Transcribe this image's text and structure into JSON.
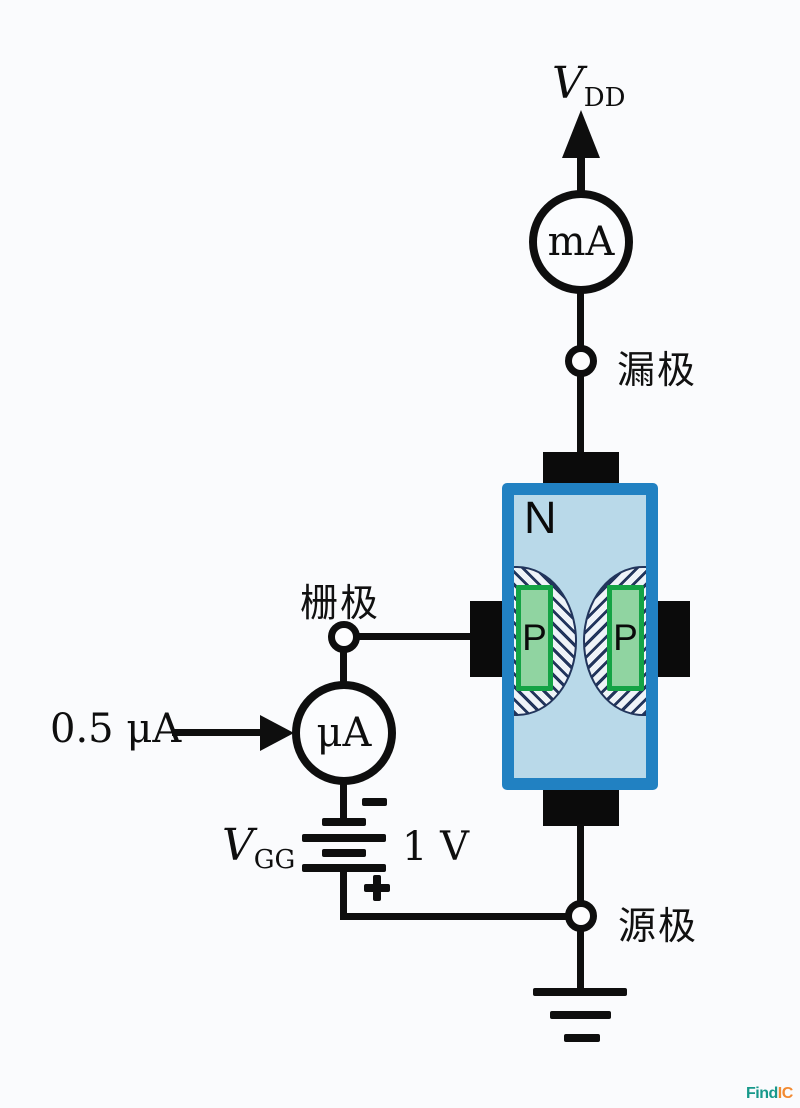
{
  "circuit": {
    "supply_label": {
      "symbol": "V",
      "subscript": "DD"
    },
    "drain_branch": {
      "meter_label": "mA",
      "terminal_label": "漏极"
    },
    "gate_branch": {
      "terminal_label": "栅极",
      "meter_label": "μA",
      "current_label": "0.5 μA"
    },
    "battery": {
      "name": {
        "symbol": "V",
        "subscript": "GG"
      },
      "value_label": "1 V",
      "minus": "−",
      "plus": "+"
    },
    "source_branch": {
      "terminal_label": "源极"
    },
    "transistor": {
      "channel_label": "N",
      "p_left_label": "P",
      "p_right_label": "P"
    },
    "icons": {
      "up-arrow-icon": "css-triangle",
      "right-arrow-icon": "css-triangle",
      "battery-minus-icon": "css-bar",
      "battery-plus-icon": "css-cross",
      "battery-icon": "four-bars",
      "ground-icon": "three-bars"
    }
  },
  "watermark": {
    "part1": "Find",
    "part2": "IC"
  },
  "colors": {
    "wire": "#0e0e0e",
    "body_border": "#2181c2",
    "body_fill": "#b9d9e9",
    "p_region_border": "#14a345",
    "p_region_fill": "#90d4a1",
    "hatch_dark": "#22355c",
    "hatch_light": "#eef3f8",
    "background": "#fafbfd",
    "watermark_find": "#18998b",
    "watermark_ic": "#f28a31"
  }
}
